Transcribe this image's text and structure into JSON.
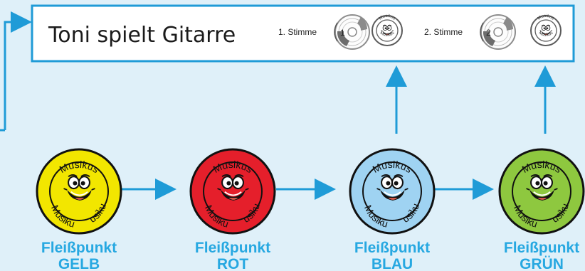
{
  "title": "Toni spielt Gitarre",
  "voices": [
    {
      "label": "1. Stimme",
      "number": "1"
    },
    {
      "label": "2. Stimme",
      "number": "2"
    }
  ],
  "badge_text": "Musikus",
  "points": [
    {
      "line1": "Fleißpunkt",
      "line2": "GELB",
      "color": "#f2e600"
    },
    {
      "line1": "Fleißpunkt",
      "line2": "ROT",
      "color": "#e51f2b"
    },
    {
      "line1": "Fleißpunkt",
      "line2": "BLAU",
      "color": "#9fd3f2"
    },
    {
      "line1": "Fleißpunkt",
      "line2": "GRÜN",
      "color": "#8ec83f"
    }
  ],
  "colors": {
    "background": "#dff0f9",
    "accent": "#1f9bd7",
    "label": "#27a8e1"
  }
}
